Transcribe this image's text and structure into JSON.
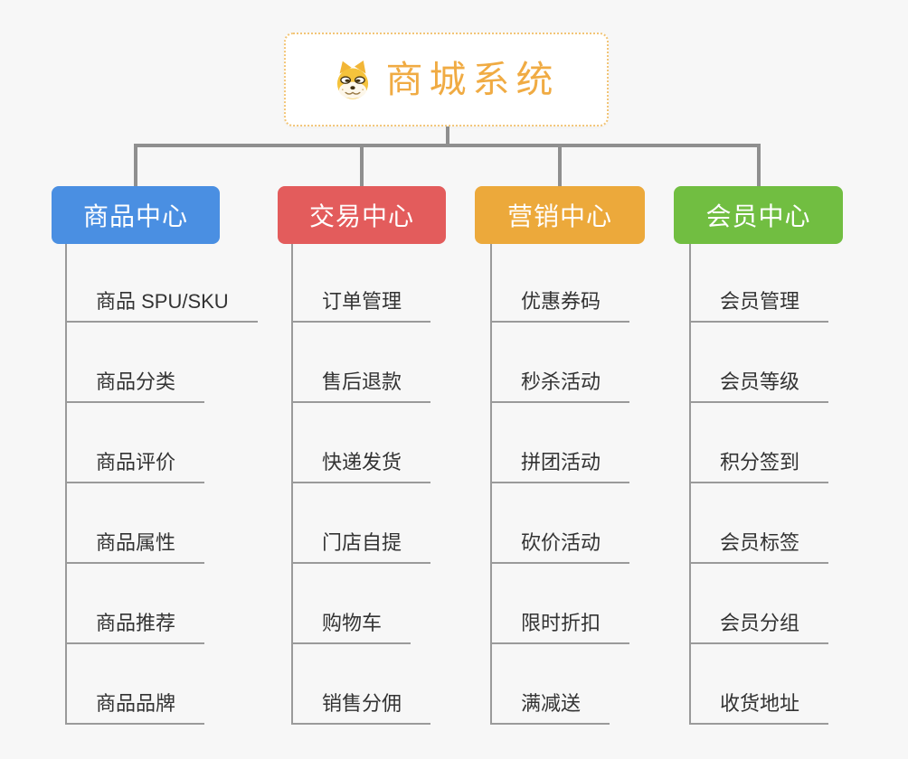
{
  "diagram": {
    "root": {
      "title": "商城系统",
      "icon": "dog-face-icon"
    },
    "branches": [
      {
        "label": "商品中心",
        "color": "#4a8fe2",
        "children": [
          "商品 SPU/SKU",
          "商品分类",
          "商品评价",
          "商品属性",
          "商品推荐",
          "商品品牌"
        ]
      },
      {
        "label": "交易中心",
        "color": "#e35c5c",
        "children": [
          "订单管理",
          "售后退款",
          "快递发货",
          "门店自提",
          "购物车",
          "销售分佣"
        ]
      },
      {
        "label": "营销中心",
        "color": "#eca93b",
        "children": [
          "优惠券码",
          "秒杀活动",
          "拼团活动",
          "砍价活动",
          "限时折扣",
          "满减送"
        ]
      },
      {
        "label": "会员中心",
        "color": "#71be41",
        "children": [
          "会员管理",
          "会员等级",
          "积分签到",
          "会员标签",
          "会员分组",
          "收货地址"
        ]
      }
    ],
    "colors": {
      "background": "#f7f7f7",
      "connector": "#8f8f8f",
      "child_line": "#9a9a9a",
      "child_text": "#333333",
      "root_text": "#f0ab43",
      "root_border": "#f2c577"
    }
  }
}
